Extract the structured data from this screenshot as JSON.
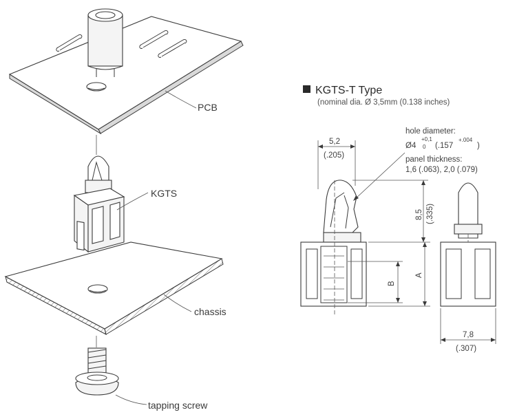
{
  "exploded_view": {
    "labels": {
      "pcb": "PCB",
      "kgts": "KGTS",
      "chassis": "chassis",
      "screw": "tapping screw"
    }
  },
  "drawing": {
    "title": "KGTS-T Type",
    "subtitle": "(nominal dia. Ø 3,5mm (0.138 inches)",
    "dims": {
      "width_top_mm": "5,2",
      "width_top_in": "(.205)",
      "height_mm": "8,5",
      "height_in": "(.335)",
      "dim_a": "A",
      "dim_b": "B",
      "width_side_mm": "7,8",
      "width_side_in": "(.307)"
    },
    "notes": {
      "hole_label": "hole diameter:",
      "hole_base": "Ø4",
      "hole_tol_plus": "+0,1",
      "hole_tol_minus": "0",
      "hole_inch": "(.157",
      "hole_inch_tol": "+.004",
      "hole_inch_close": ")",
      "panel_label": "panel thickness:",
      "panel_values": "1,6 (.063), 2,0 (.079)"
    }
  }
}
